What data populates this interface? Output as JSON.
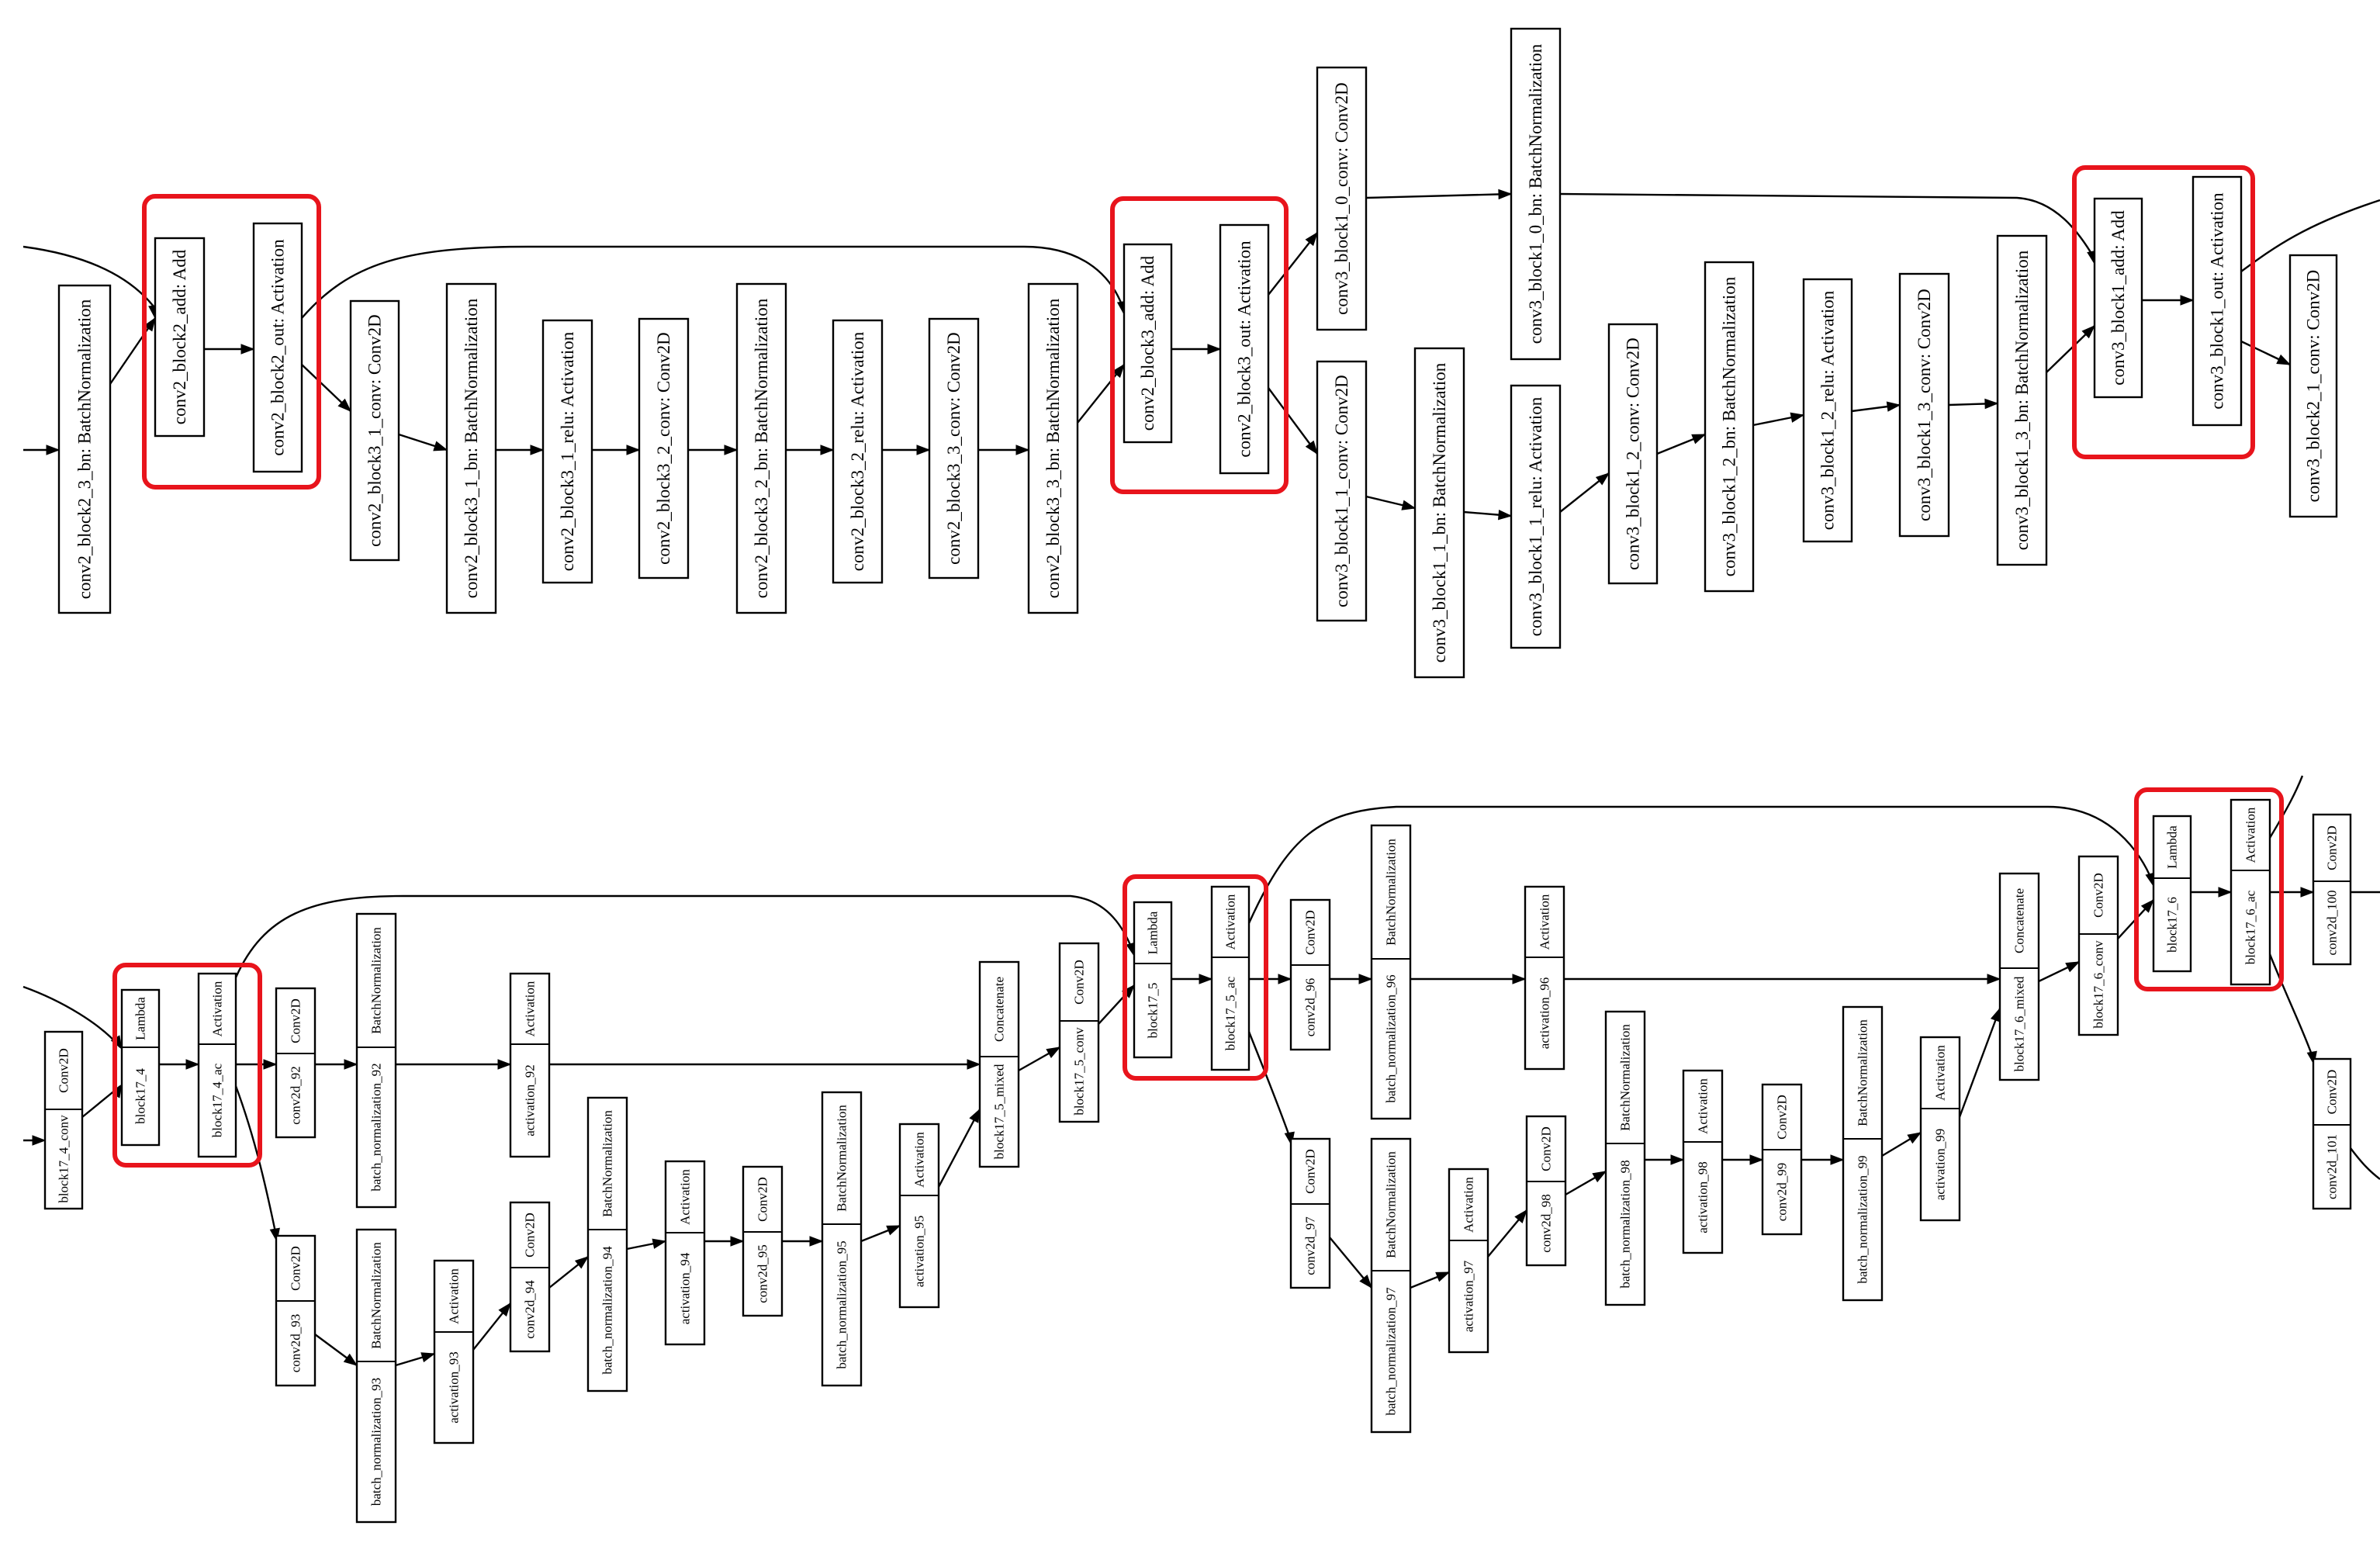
{
  "colors": {
    "highlight": "#e8141c",
    "line": "#000000",
    "background": "#ffffff"
  },
  "top_panel": {
    "nodes": [
      {
        "id": "t_bn23",
        "label": "conv2_block2_3_bn: BatchNormalization"
      },
      {
        "id": "t_add2",
        "label": "conv2_block2_add: Add"
      },
      {
        "id": "t_out2",
        "label": "conv2_block2_out: Activation"
      },
      {
        "id": "t_c31",
        "label": "conv2_block3_1_conv: Conv2D"
      },
      {
        "id": "t_bn31",
        "label": "conv2_block3_1_bn: BatchNormalization"
      },
      {
        "id": "t_r31",
        "label": "conv2_block3_1_relu: Activation"
      },
      {
        "id": "t_c32",
        "label": "conv2_block3_2_conv: Conv2D"
      },
      {
        "id": "t_bn32",
        "label": "conv2_block3_2_bn: BatchNormalization"
      },
      {
        "id": "t_r32",
        "label": "conv2_block3_2_relu: Activation"
      },
      {
        "id": "t_c33",
        "label": "conv2_block3_3_conv: Conv2D"
      },
      {
        "id": "t_bn33",
        "label": "conv2_block3_3_bn: BatchNormalization"
      },
      {
        "id": "t_add3",
        "label": "conv2_block3_add: Add"
      },
      {
        "id": "t_out3",
        "label": "conv2_block3_out: Activation"
      },
      {
        "id": "t_c10",
        "label": "conv3_block1_0_conv: Conv2D"
      },
      {
        "id": "t_bn10",
        "label": "conv3_block1_0_bn: BatchNormalization"
      },
      {
        "id": "t_c11",
        "label": "conv3_block1_1_conv: Conv2D"
      },
      {
        "id": "t_bn11",
        "label": "conv3_block1_1_bn: BatchNormalization"
      },
      {
        "id": "t_r11",
        "label": "conv3_block1_1_relu: Activation"
      },
      {
        "id": "t_c12",
        "label": "conv3_block1_2_conv: Conv2D"
      },
      {
        "id": "t_bn12",
        "label": "conv3_block1_2_bn: BatchNormalization"
      },
      {
        "id": "t_r12",
        "label": "conv3_block1_2_relu: Activation"
      },
      {
        "id": "t_c13",
        "label": "conv3_block1_3_conv: Conv2D"
      },
      {
        "id": "t_bn13",
        "label": "conv3_block1_3_bn: BatchNormalization"
      },
      {
        "id": "t_add31",
        "label": "conv3_block1_add: Add"
      },
      {
        "id": "t_out31",
        "label": "conv3_block1_out: Activation"
      },
      {
        "id": "t_c21",
        "label": "conv3_block2_1_conv: Conv2D"
      }
    ]
  },
  "bottom_panel": {
    "nodes": [
      {
        "id": "b_4conv",
        "name": "block17_4_conv",
        "type": "Conv2D"
      },
      {
        "id": "b_4",
        "name": "block17_4",
        "type": "Lambda"
      },
      {
        "id": "b_4ac",
        "name": "block17_4_ac",
        "type": "Activation"
      },
      {
        "id": "b_92",
        "name": "conv2d_92",
        "type": "Conv2D"
      },
      {
        "id": "b_bn92",
        "name": "batch_normalization_92",
        "type": "BatchNormalization"
      },
      {
        "id": "b_a92",
        "name": "activation_92",
        "type": "Activation"
      },
      {
        "id": "b_93",
        "name": "conv2d_93",
        "type": "Conv2D"
      },
      {
        "id": "b_bn93",
        "name": "batch_normalization_93",
        "type": "BatchNormalization"
      },
      {
        "id": "b_a93",
        "name": "activation_93",
        "type": "Activation"
      },
      {
        "id": "b_94",
        "name": "conv2d_94",
        "type": "Conv2D"
      },
      {
        "id": "b_bn94",
        "name": "batch_normalization_94",
        "type": "BatchNormalization"
      },
      {
        "id": "b_a94",
        "name": "activation_94",
        "type": "Activation"
      },
      {
        "id": "b_95",
        "name": "conv2d_95",
        "type": "Conv2D"
      },
      {
        "id": "b_bn95",
        "name": "batch_normalization_95",
        "type": "BatchNormalization"
      },
      {
        "id": "b_a95",
        "name": "activation_95",
        "type": "Activation"
      },
      {
        "id": "b_5mix",
        "name": "block17_5_mixed",
        "type": "Concatenate"
      },
      {
        "id": "b_5conv",
        "name": "block17_5_conv",
        "type": "Conv2D"
      },
      {
        "id": "b_5",
        "name": "block17_5",
        "type": "Lambda"
      },
      {
        "id": "b_5ac",
        "name": "block17_5_ac",
        "type": "Activation"
      },
      {
        "id": "b_96",
        "name": "conv2d_96",
        "type": "Conv2D"
      },
      {
        "id": "b_bn96",
        "name": "batch_normalization_96",
        "type": "BatchNormalization"
      },
      {
        "id": "b_a96",
        "name": "activation_96",
        "type": "Activation"
      },
      {
        "id": "b_97",
        "name": "conv2d_97",
        "type": "Conv2D"
      },
      {
        "id": "b_bn97",
        "name": "batch_normalization_97",
        "type": "BatchNormalization"
      },
      {
        "id": "b_a97",
        "name": "activation_97",
        "type": "Activation"
      },
      {
        "id": "b_98",
        "name": "conv2d_98",
        "type": "Conv2D"
      },
      {
        "id": "b_bn98",
        "name": "batch_normalization_98",
        "type": "BatchNormalization"
      },
      {
        "id": "b_a98",
        "name": "activation_98",
        "type": "Activation"
      },
      {
        "id": "b_99",
        "name": "conv2d_99",
        "type": "Conv2D"
      },
      {
        "id": "b_bn99",
        "name": "batch_normalization_99",
        "type": "BatchNormalization"
      },
      {
        "id": "b_a99",
        "name": "activation_99",
        "type": "Activation"
      },
      {
        "id": "b_6mix",
        "name": "block17_6_mixed",
        "type": "Concatenate"
      },
      {
        "id": "b_6conv",
        "name": "block17_6_conv",
        "type": "Conv2D"
      },
      {
        "id": "b_6",
        "name": "block17_6",
        "type": "Lambda"
      },
      {
        "id": "b_6ac",
        "name": "block17_6_ac",
        "type": "Activation"
      },
      {
        "id": "b_100",
        "name": "conv2d_100",
        "type": "Conv2D"
      },
      {
        "id": "b_101",
        "name": "conv2d_101",
        "type": "Conv2D"
      }
    ]
  }
}
